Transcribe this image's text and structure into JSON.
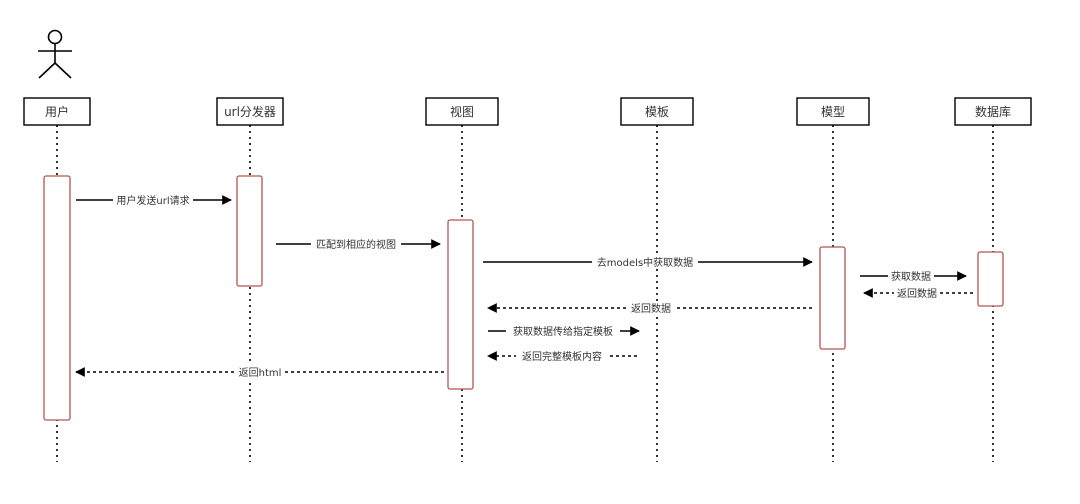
{
  "diagram": {
    "actor_icon": "stick-figure-icon",
    "colors": {
      "line": "#000000",
      "activation_border": "#b85450",
      "text": "#333333",
      "background": "#ffffff"
    },
    "participants": [
      {
        "id": "user",
        "label": "用户"
      },
      {
        "id": "dispatcher",
        "label": "url分发器"
      },
      {
        "id": "view",
        "label": "视图"
      },
      {
        "id": "template",
        "label": "模板"
      },
      {
        "id": "model",
        "label": "模型"
      },
      {
        "id": "database",
        "label": "数据库"
      }
    ],
    "messages": [
      {
        "from": "user",
        "to": "dispatcher",
        "label": "用户发送url请求",
        "style": "solid"
      },
      {
        "from": "dispatcher",
        "to": "view",
        "label": "匹配到相应的视图",
        "style": "solid"
      },
      {
        "from": "view",
        "to": "model",
        "label": "去models中获取数据",
        "style": "solid"
      },
      {
        "from": "model",
        "to": "database",
        "label": "获取数据",
        "style": "solid"
      },
      {
        "from": "database",
        "to": "model",
        "label": "返回数据",
        "style": "dashed"
      },
      {
        "from": "model",
        "to": "view",
        "label": "返回数据",
        "style": "dashed"
      },
      {
        "from": "view",
        "to": "template",
        "label": "获取数据传给指定模板",
        "style": "solid"
      },
      {
        "from": "template",
        "to": "view",
        "label": "返回完整模板内容",
        "style": "dashed"
      },
      {
        "from": "view",
        "to": "user",
        "label": "返回html",
        "style": "dashed"
      }
    ]
  }
}
